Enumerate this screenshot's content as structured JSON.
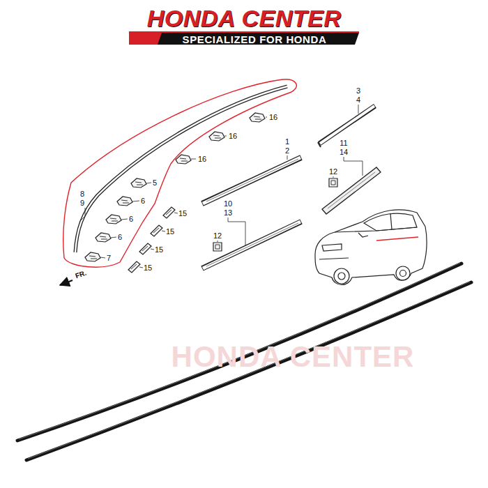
{
  "diagram": {
    "title": "HONDA CENTER",
    "labels": [
      "SPECIALIZED FOR HONDA",
      "3",
      "4",
      "16",
      "16",
      "11",
      "14",
      "1",
      "2",
      "16",
      "12",
      "5",
      "8",
      "9",
      "6",
      "15",
      "10",
      "13",
      "6",
      "15",
      "12",
      "6",
      "15",
      "7",
      "FR.",
      "15",
      "HONDA CENTER"
    ]
  }
}
